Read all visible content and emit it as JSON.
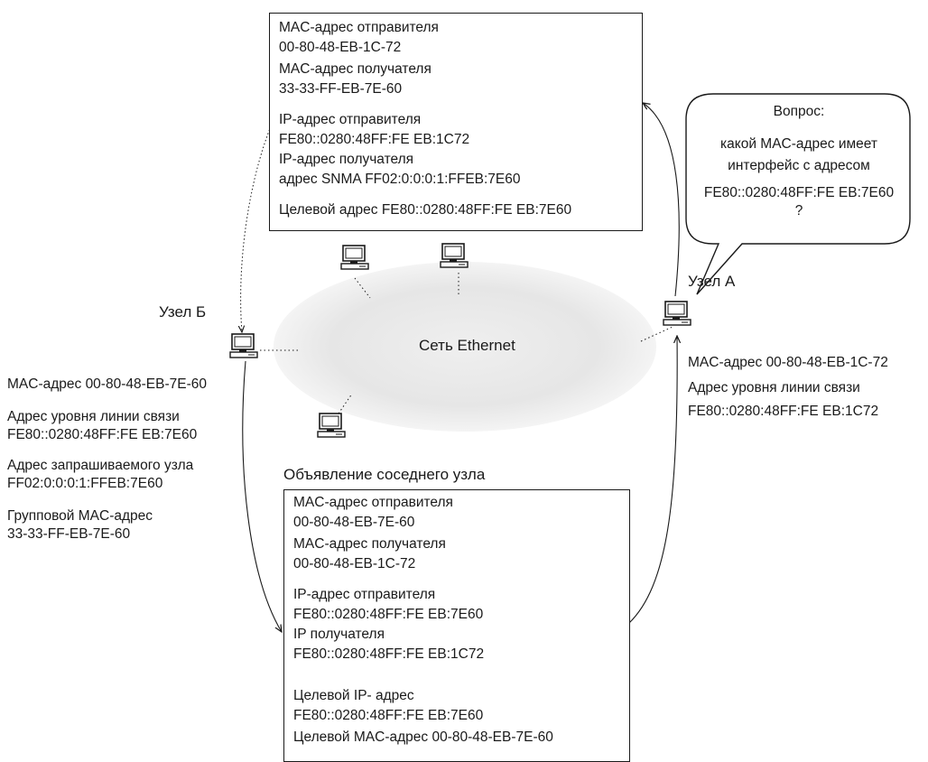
{
  "solicitation_box": {
    "lines": [
      "MAC-адрес отправителя",
      "00-80-48-EB-1C-72",
      "MAC-адрес получателя",
      "33-33-FF-EB-7E-60",
      "IP-адрес отправителя",
      "FE80::0280:48FF:FE EB:1C72",
      "IP-адрес получателя",
      "адрес SNMA FF02:0:0:0:1:FFEB:7E60",
      "Целевой адрес FE80::0280:48FF:FE EB:7E60"
    ]
  },
  "question_bubble": {
    "lines": [
      "Вопрос:",
      "какой MAC-адрес имеет",
      "интерфейс с адресом",
      "FE80::0280:48FF:FE EB:7E60",
      "?"
    ]
  },
  "network": {
    "label": "Сеть Ethernet"
  },
  "node_a": {
    "label": "Узел А",
    "info": [
      "MAC-адрес 00-80-48-EB-1C-72",
      "Адрес уровня линии связи",
      "FE80::0280:48FF:FE EB:1C72"
    ]
  },
  "node_b": {
    "label": "Узел Б",
    "info": [
      "MAC-адрес 00-80-48-EB-7E-60",
      "Адрес уровня линии связи",
      "FE80::0280:48FF:FE EB:7E60",
      "Адрес запрашиваемого узла",
      "FF02:0:0:0:1:FFEB:7E60",
      "Групповой MAC-адрес",
      "33-33-FF-EB-7E-60"
    ]
  },
  "advertisement": {
    "title": "Объявление соседнего узла",
    "lines": [
      "MAC-адрес отправителя",
      "00-80-48-EB-7E-60",
      "MAC-адрес получателя",
      "00-80-48-EB-1C-72",
      "IP-адрес отправителя",
      "FE80::0280:48FF:FE EB:7E60",
      "IP получателя",
      "FE80::0280:48FF:FE EB:1C72",
      "Целевой IP- адрес",
      "FE80::0280:48FF:FE EB:7E60",
      "Целевой MAC-адрес 00-80-48-EB-7E-60"
    ]
  },
  "icons": {
    "computer": "computer-icon"
  },
  "colors": {
    "stroke": "#1a1a1a",
    "cloud": "#e6e6e6"
  }
}
